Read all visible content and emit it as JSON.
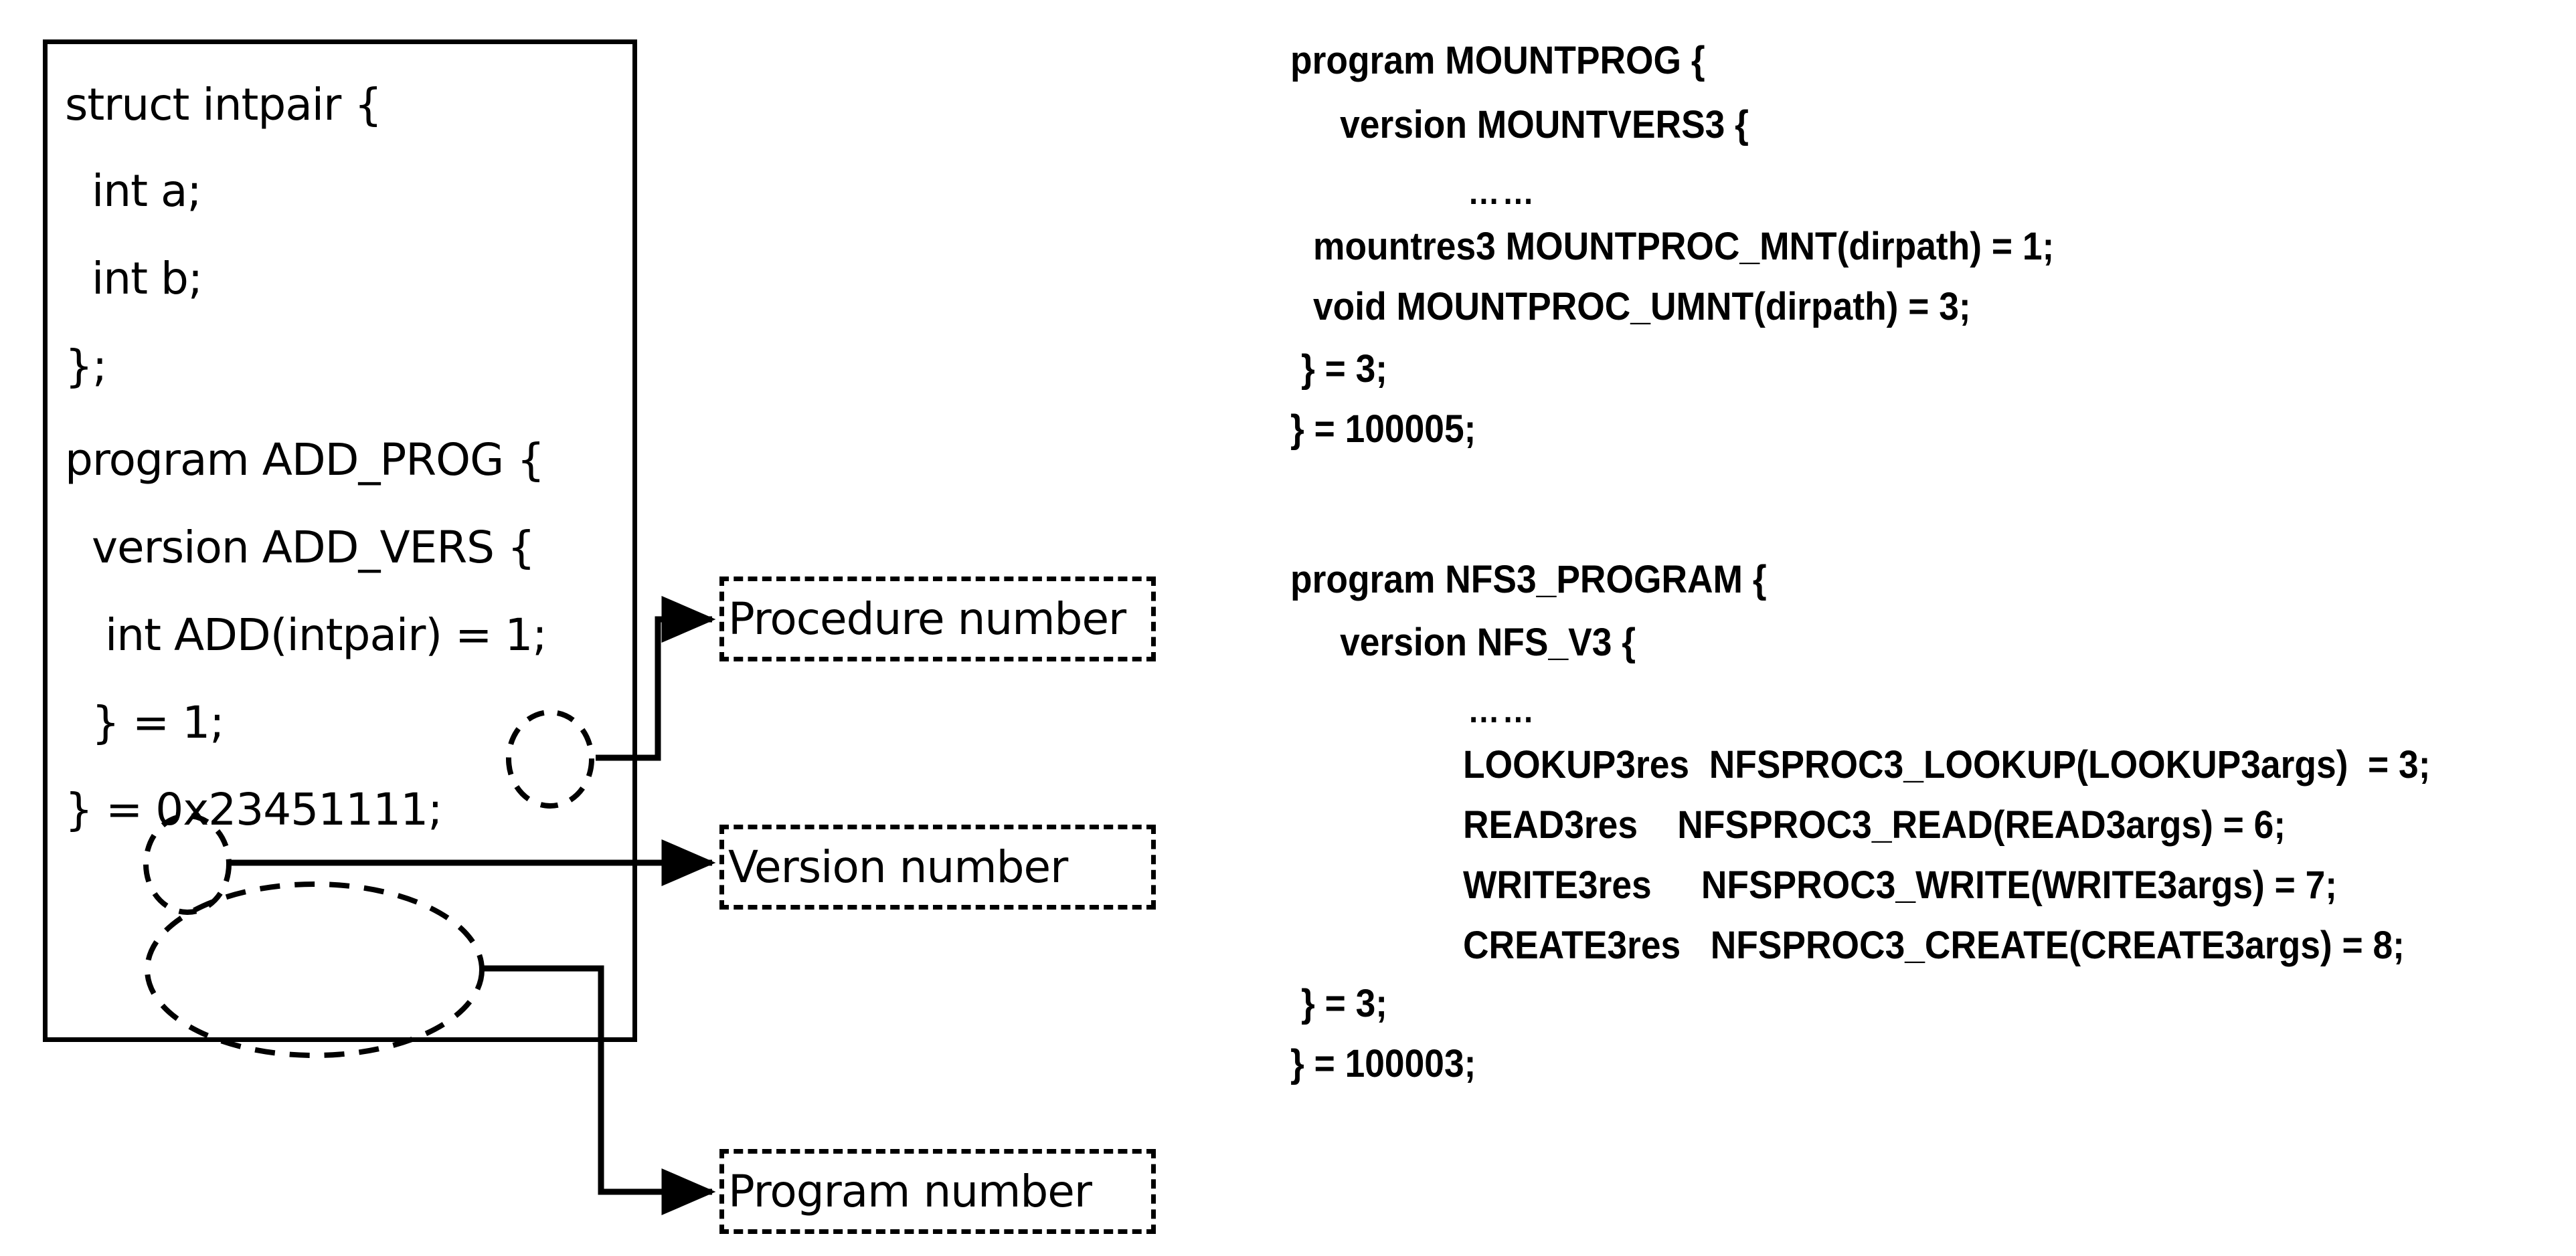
{
  "figure": {
    "left_panel": {
      "name": "xdr-definition-box",
      "code_lines": [
        "struct intpair {",
        "  int a;",
        "  int b;",
        "};",
        "program ADD_PROG {",
        "  version ADD_VERS {",
        "   int ADD(intpair) = 1;",
        "  } = 1;",
        "} = 0x23451111;"
      ],
      "highlighted_values": [
        {
          "label": "procedure-number-value",
          "text": "1;"
        },
        {
          "label": "version-number-value",
          "text": "1;"
        },
        {
          "label": "program-number-value",
          "text": "0x23451111;"
        }
      ]
    },
    "callouts": [
      {
        "id": "procedure-number",
        "label": "Procedure number"
      },
      {
        "id": "version-number",
        "label": "Version number"
      },
      {
        "id": "program-number",
        "label": "Program number"
      }
    ],
    "right_panel": {
      "mount_program": {
        "lines": [
          "program MOUNTPROG {",
          "     version MOUNTVERS3 {",
          "……",
          "mountres3 MOUNTPROC_MNT(dirpath) = 1;",
          "void MOUNTPROC_UMNT(dirpath) = 3;",
          "} = 3;",
          "} = 100005;"
        ]
      },
      "nfs_program": {
        "lines": [
          "program NFS3_PROGRAM {",
          "     version NFS_V3 {",
          "……",
          "LOOKUP3res  NFSPROC3_LOOKUP(LOOKUP3args)  = 3;",
          "READ3res    NFSPROC3_READ(READ3args) = 6;",
          "WRITE3res     NFSPROC3_WRITE(WRITE3args) = 7;",
          "CREATE3res   NFSPROC3_CREATE(CREATE3args) = 8;",
          "} = 3;",
          "} = 100003;"
        ]
      }
    },
    "colors": {
      "ink": "#000000",
      "background": "#ffffff"
    }
  }
}
